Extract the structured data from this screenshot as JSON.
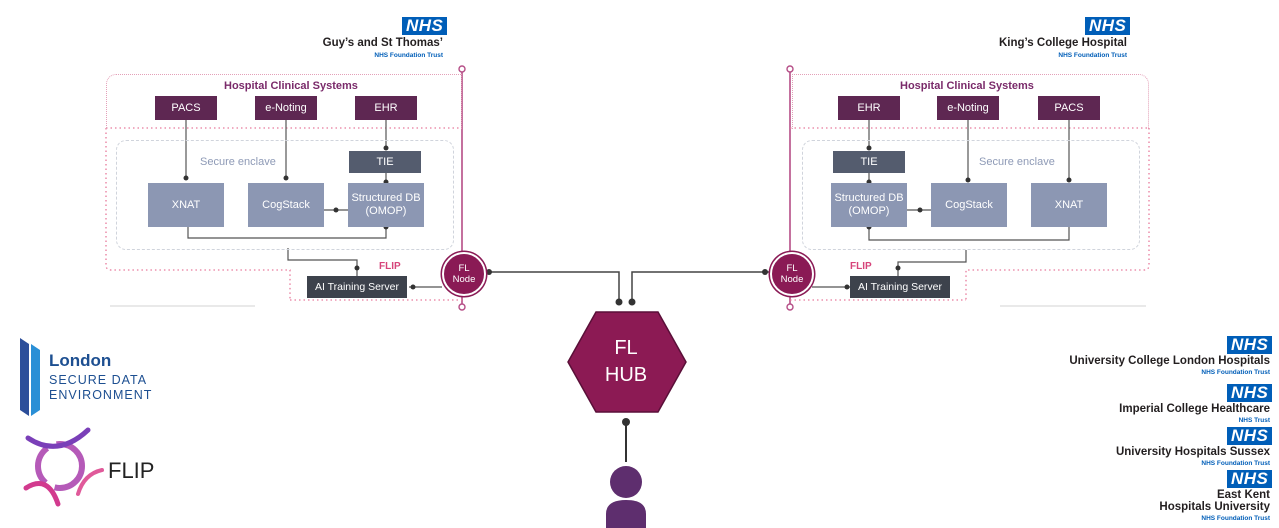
{
  "nhs_logo": "NHS",
  "top_left_trust": {
    "name": "Guy’s and St Thomas’",
    "sub": "NHS Foundation Trust"
  },
  "top_right_trust": {
    "name": "King’s College Hospital",
    "sub": "NHS Foundation Trust"
  },
  "left_site": {
    "hospital_systems_label": "Hospital Clinical Systems",
    "systems": [
      "PACS",
      "e-Noting",
      "EHR"
    ],
    "tie": "TIE",
    "enclave_label": "Secure enclave",
    "components": [
      "XNAT",
      "CogStack",
      "Structured DB (OMOP)"
    ],
    "flip_label": "FLIP",
    "ai_server": "AI Training Server",
    "fl_node": [
      "FL",
      "Node"
    ]
  },
  "right_site": {
    "hospital_systems_label": "Hospital Clinical Systems",
    "systems": [
      "EHR",
      "e-Noting",
      "PACS"
    ],
    "tie": "TIE",
    "enclave_label": "Secure enclave",
    "components": [
      "Structured DB (OMOP)",
      "CogStack",
      "XNAT"
    ],
    "flip_label": "FLIP",
    "ai_server": "AI Training Server",
    "fl_node": [
      "FL",
      "Node"
    ]
  },
  "hub": {
    "line1": "FL",
    "line2": "HUB"
  },
  "london_sde": {
    "title": "London",
    "line1": "SECURE DATA",
    "line2": "ENVIRONMENT"
  },
  "flip_logo_text": "FLIP",
  "other_trusts": [
    {
      "name": "University College London Hospitals",
      "sub": "NHS Foundation Trust"
    },
    {
      "name": "Imperial College Healthcare",
      "sub": "NHS Trust"
    },
    {
      "name": "University Hospitals Sussex",
      "sub": "NHS Foundation Trust"
    },
    {
      "name_line1": "East Kent",
      "name_line2": "Hospitals University",
      "sub": "NHS Foundation Trust"
    }
  ],
  "colors": {
    "nhs_blue": "#005eb8",
    "plum": "#5e2752",
    "fl_magenta": "#8a1a55",
    "steel": "#8c97b3",
    "hub": "#8c1a54"
  }
}
